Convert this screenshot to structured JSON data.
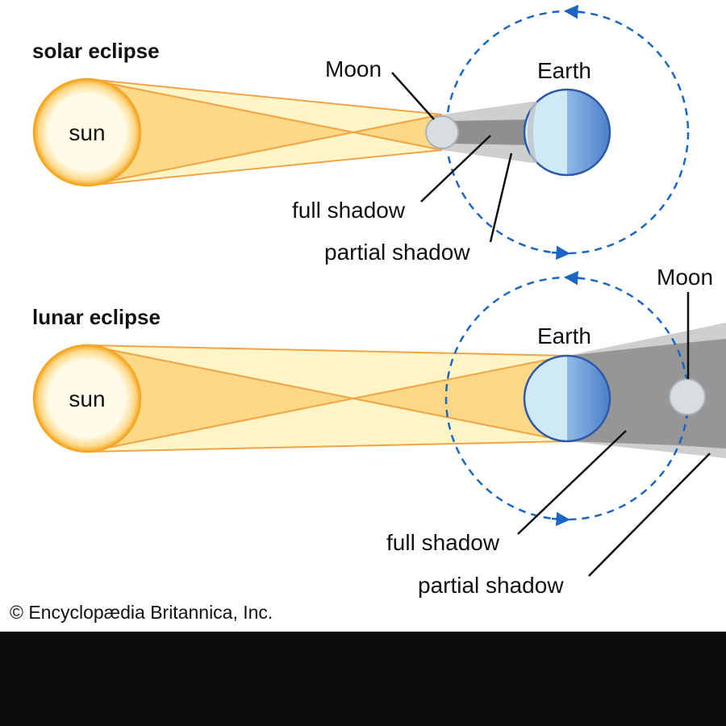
{
  "colors": {
    "beam_light": "#fff5c7",
    "beam_dark": "#fdd27a",
    "beam_stroke": "#f2a444",
    "sun_rim": "#f5a623",
    "sun_core": "#fffbe8",
    "earth_light": "#cfeaf5",
    "earth_dark": "#3f74c4",
    "earth_stroke": "#2e5aa8",
    "moon_fill": "#d8dde0",
    "moon_stroke": "#a9b2b8",
    "partial_shadow": "#cfcfcf",
    "full_shadow": "#8f8f8f",
    "orbit": "#1a66c2",
    "footer_band": "#0b0b0b"
  },
  "solar": {
    "title": "solar eclipse",
    "sun_label": "sun",
    "moon_label": "Moon",
    "earth_label": "Earth",
    "full_shadow_label": "full shadow",
    "partial_shadow_label": "partial shadow"
  },
  "lunar": {
    "title": "lunar eclipse",
    "sun_label": "sun",
    "moon_label": "Moon",
    "earth_label": "Earth",
    "full_shadow_label": "full shadow",
    "partial_shadow_label": "partial shadow"
  },
  "credit": "© Encyclopædia Britannica, Inc."
}
